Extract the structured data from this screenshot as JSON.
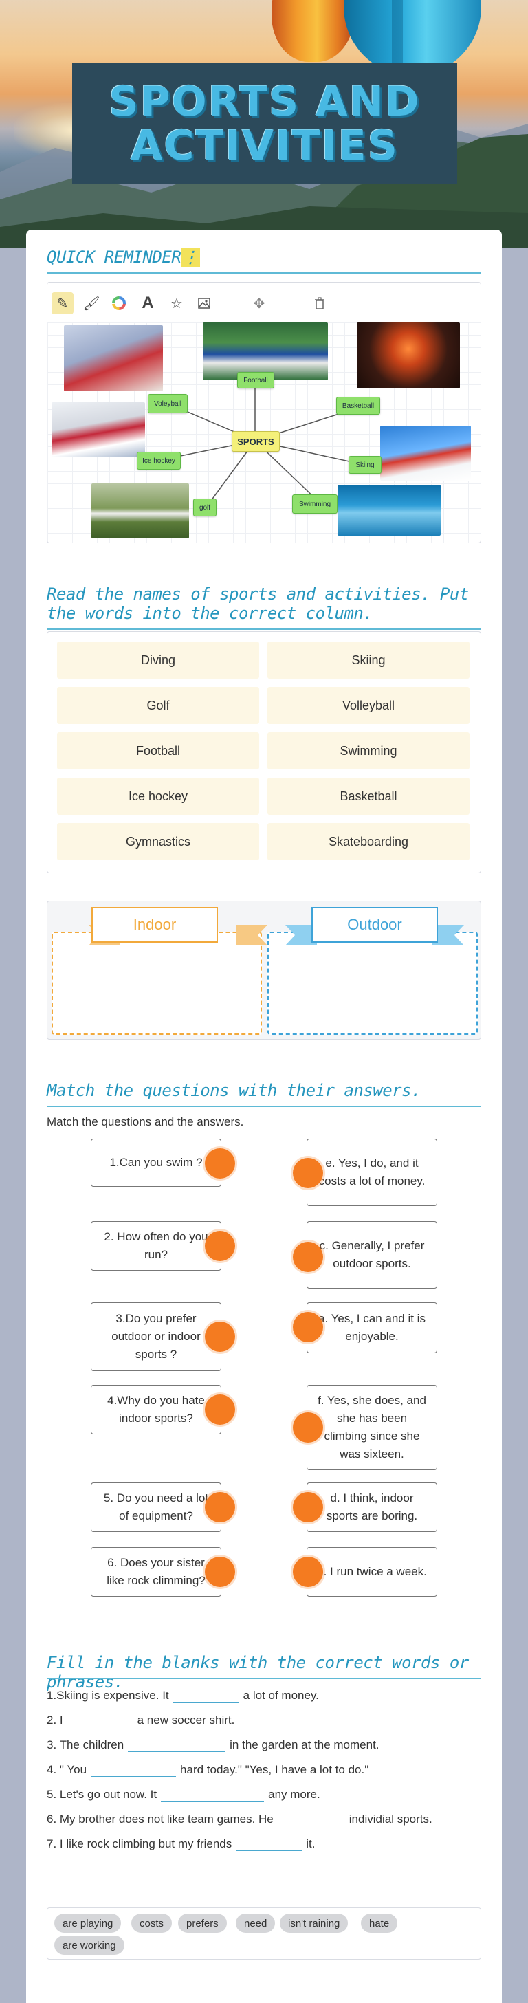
{
  "header": {
    "title": "SPORTS AND ACTIVITIES"
  },
  "reminder": {
    "title": "QUICK REMINDER",
    "mindmap": {
      "center": "SPORTS",
      "nodes": [
        "Football",
        "Basketball",
        "Skiing",
        "Swimming",
        "golf",
        "Ice hockey",
        "Voleyball"
      ]
    }
  },
  "column_task": {
    "title": "Read the names of sports and activities. Put the words into the correct column.",
    "words": [
      "Diving",
      "Skiing",
      "Golf",
      "Volleyball",
      "Football",
      "Swimming",
      "Ice hockey",
      "Basketball",
      "Gymnastics",
      "Skateboarding"
    ],
    "columns": [
      "Indoor",
      "Outdoor"
    ]
  },
  "match_task": {
    "title": "Match the questions with their answers.",
    "instruction": "Match the questions and the answers.",
    "questions": [
      "1.Can you swim ?",
      "2. How often do you run?",
      "3.Do you prefer outdoor or indoor sports ?",
      "4.Why do you hate indoor sports?",
      "5. Do you need a lot of equipment?",
      "6. Does your sister like rock climming?"
    ],
    "answers": [
      "e. Yes, I do, and it costs a lot of money.",
      "c. Generally, I prefer outdoor sports.",
      "a. Yes, I can and it is enjoyable.",
      "f. Yes, she does, and she has been climbing since she was sixteen.",
      "d. I think, indoor sports are boring.",
      "b. I run twice a week."
    ]
  },
  "fill_task": {
    "title": "Fill in the blanks with the correct words or phrases.",
    "sentences": [
      {
        "before": "1.Skiing is expensive. It",
        "after": "a lot of money."
      },
      {
        "before": "2. I",
        "after": "a new soccer shirt."
      },
      {
        "before": "3. The children",
        "after": "in the garden at the moment."
      },
      {
        "before": "4. \" You",
        "after": "hard today.\" \"Yes, I have a lot to do.\""
      },
      {
        "before": "5. Let's go out now. It",
        "after": "any more."
      },
      {
        "before": "6. My brother does not like team games. He",
        "after": "individial sports."
      },
      {
        "before": "7. I like rock climbing but my friends",
        "after": "it."
      }
    ],
    "options": [
      "are playing",
      "costs",
      "prefers",
      "need",
      "isn't raining",
      "hate",
      "are working"
    ]
  },
  "colors": {
    "accent": "#2596be",
    "dot": "#f47b20",
    "tile": "#fdf7e4",
    "indoor": "#f2a93b",
    "outdoor": "#3ea3d8"
  }
}
